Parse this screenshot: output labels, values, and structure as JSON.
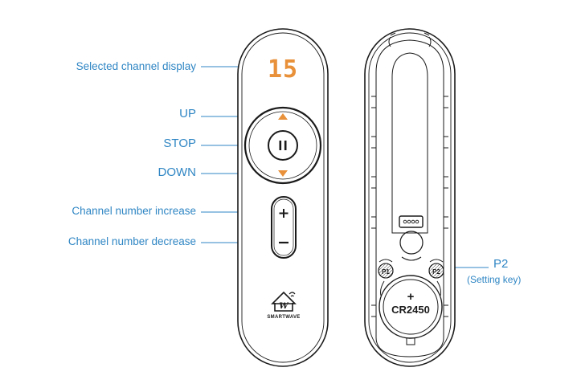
{
  "front_labels": {
    "display": "Selected channel display",
    "up": "UP",
    "stop": "STOP",
    "down": "DOWN",
    "ch_increase": "Channel number increase",
    "ch_decrease": "Channel number decrease"
  },
  "display_value": "15",
  "brand_text": "SMARTWAVE",
  "logo_letters": "W",
  "back": {
    "p1": "P1",
    "p2": "P2",
    "battery_plus": "+",
    "battery_model": "CR2450"
  },
  "p2_label": {
    "title": "P2",
    "subtitle": "(Setting key)"
  },
  "colors": {
    "label_blue": "#2f86c4",
    "accent_orange": "#e8913a",
    "outline": "#1a1a1a"
  }
}
